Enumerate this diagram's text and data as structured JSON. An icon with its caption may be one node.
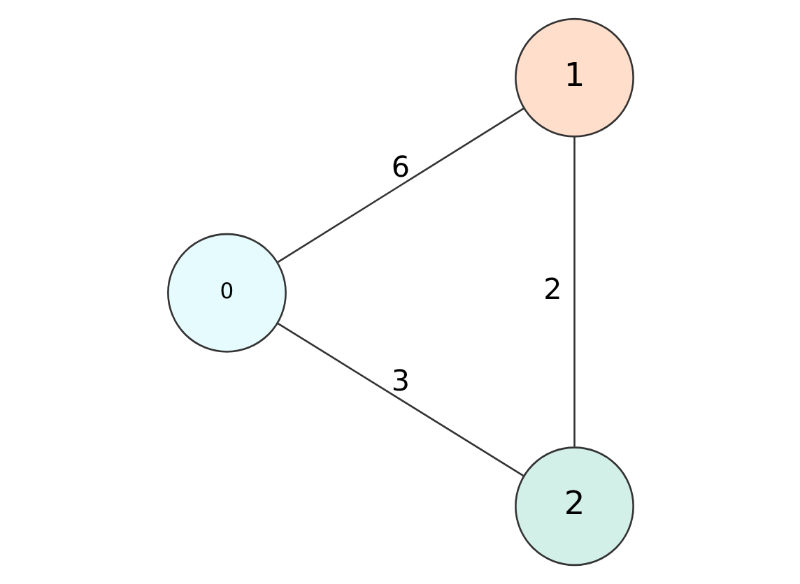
{
  "diagram": {
    "nodes": [
      {
        "text": [
          "0"
        ]
      },
      {
        "text": [
          "1"
        ]
      },
      {
        "text": [
          "2"
        ]
      }
    ],
    "edges": [
      {
        "from": 0,
        "to": 1,
        "arrow": "none",
        "label": "6"
      },
      {
        "from": 1,
        "to": 2,
        "arrow": "none",
        "label": "2"
      },
      {
        "from": 0,
        "to": 2,
        "arrow": "none",
        "label": "3"
      }
    ]
  }
}
